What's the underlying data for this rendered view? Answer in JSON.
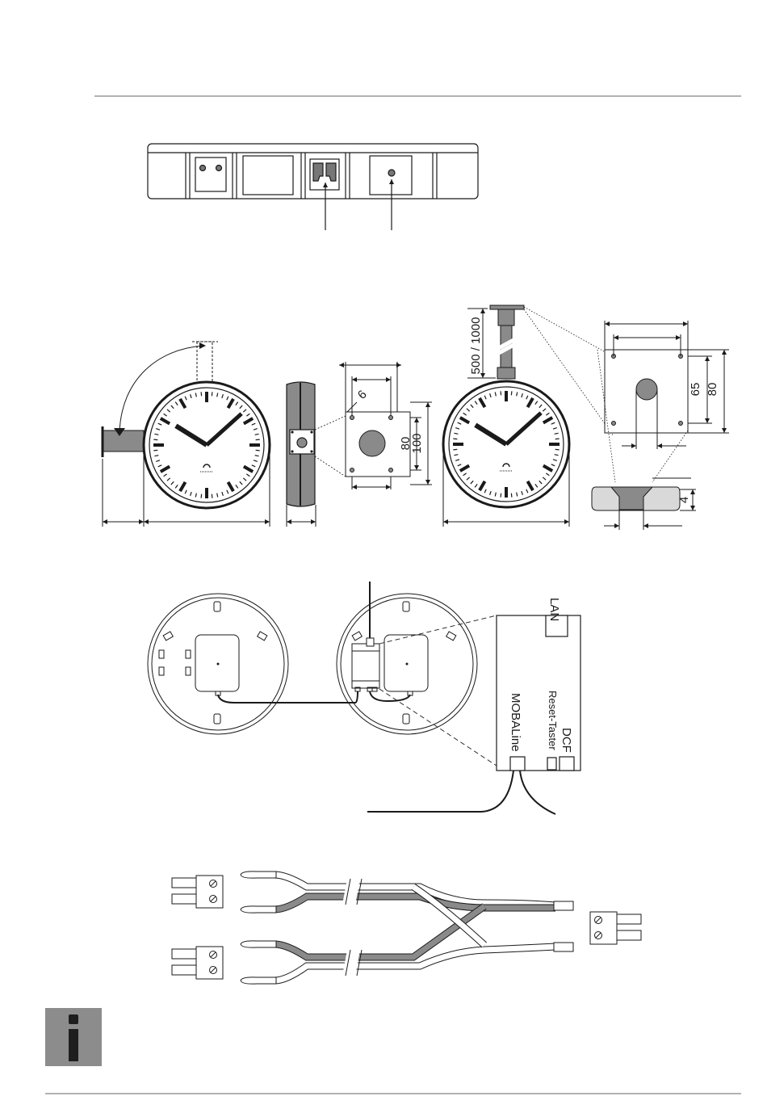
{
  "colors": {
    "line": "#1a1a1a",
    "fill_gray": "#8a8a8a",
    "fill_light": "#d9d9d9",
    "info_box": "#8c8c8c"
  },
  "side_view": {
    "dim_pole_length": "500 / 1000"
  },
  "mount_plate": {
    "dim_hole": "6",
    "dim_height_inner": "80",
    "dim_height_outer": "100"
  },
  "ceiling_plate": {
    "dim_inner": "65",
    "dim_outer": "80",
    "dim_depth": "4"
  },
  "module": {
    "lan_label": "LAN",
    "dcf_label": "DCF",
    "reset_label": "Reset-Taster",
    "mobaline_label": "MOBALine"
  },
  "icons": {
    "info": "info-icon"
  }
}
